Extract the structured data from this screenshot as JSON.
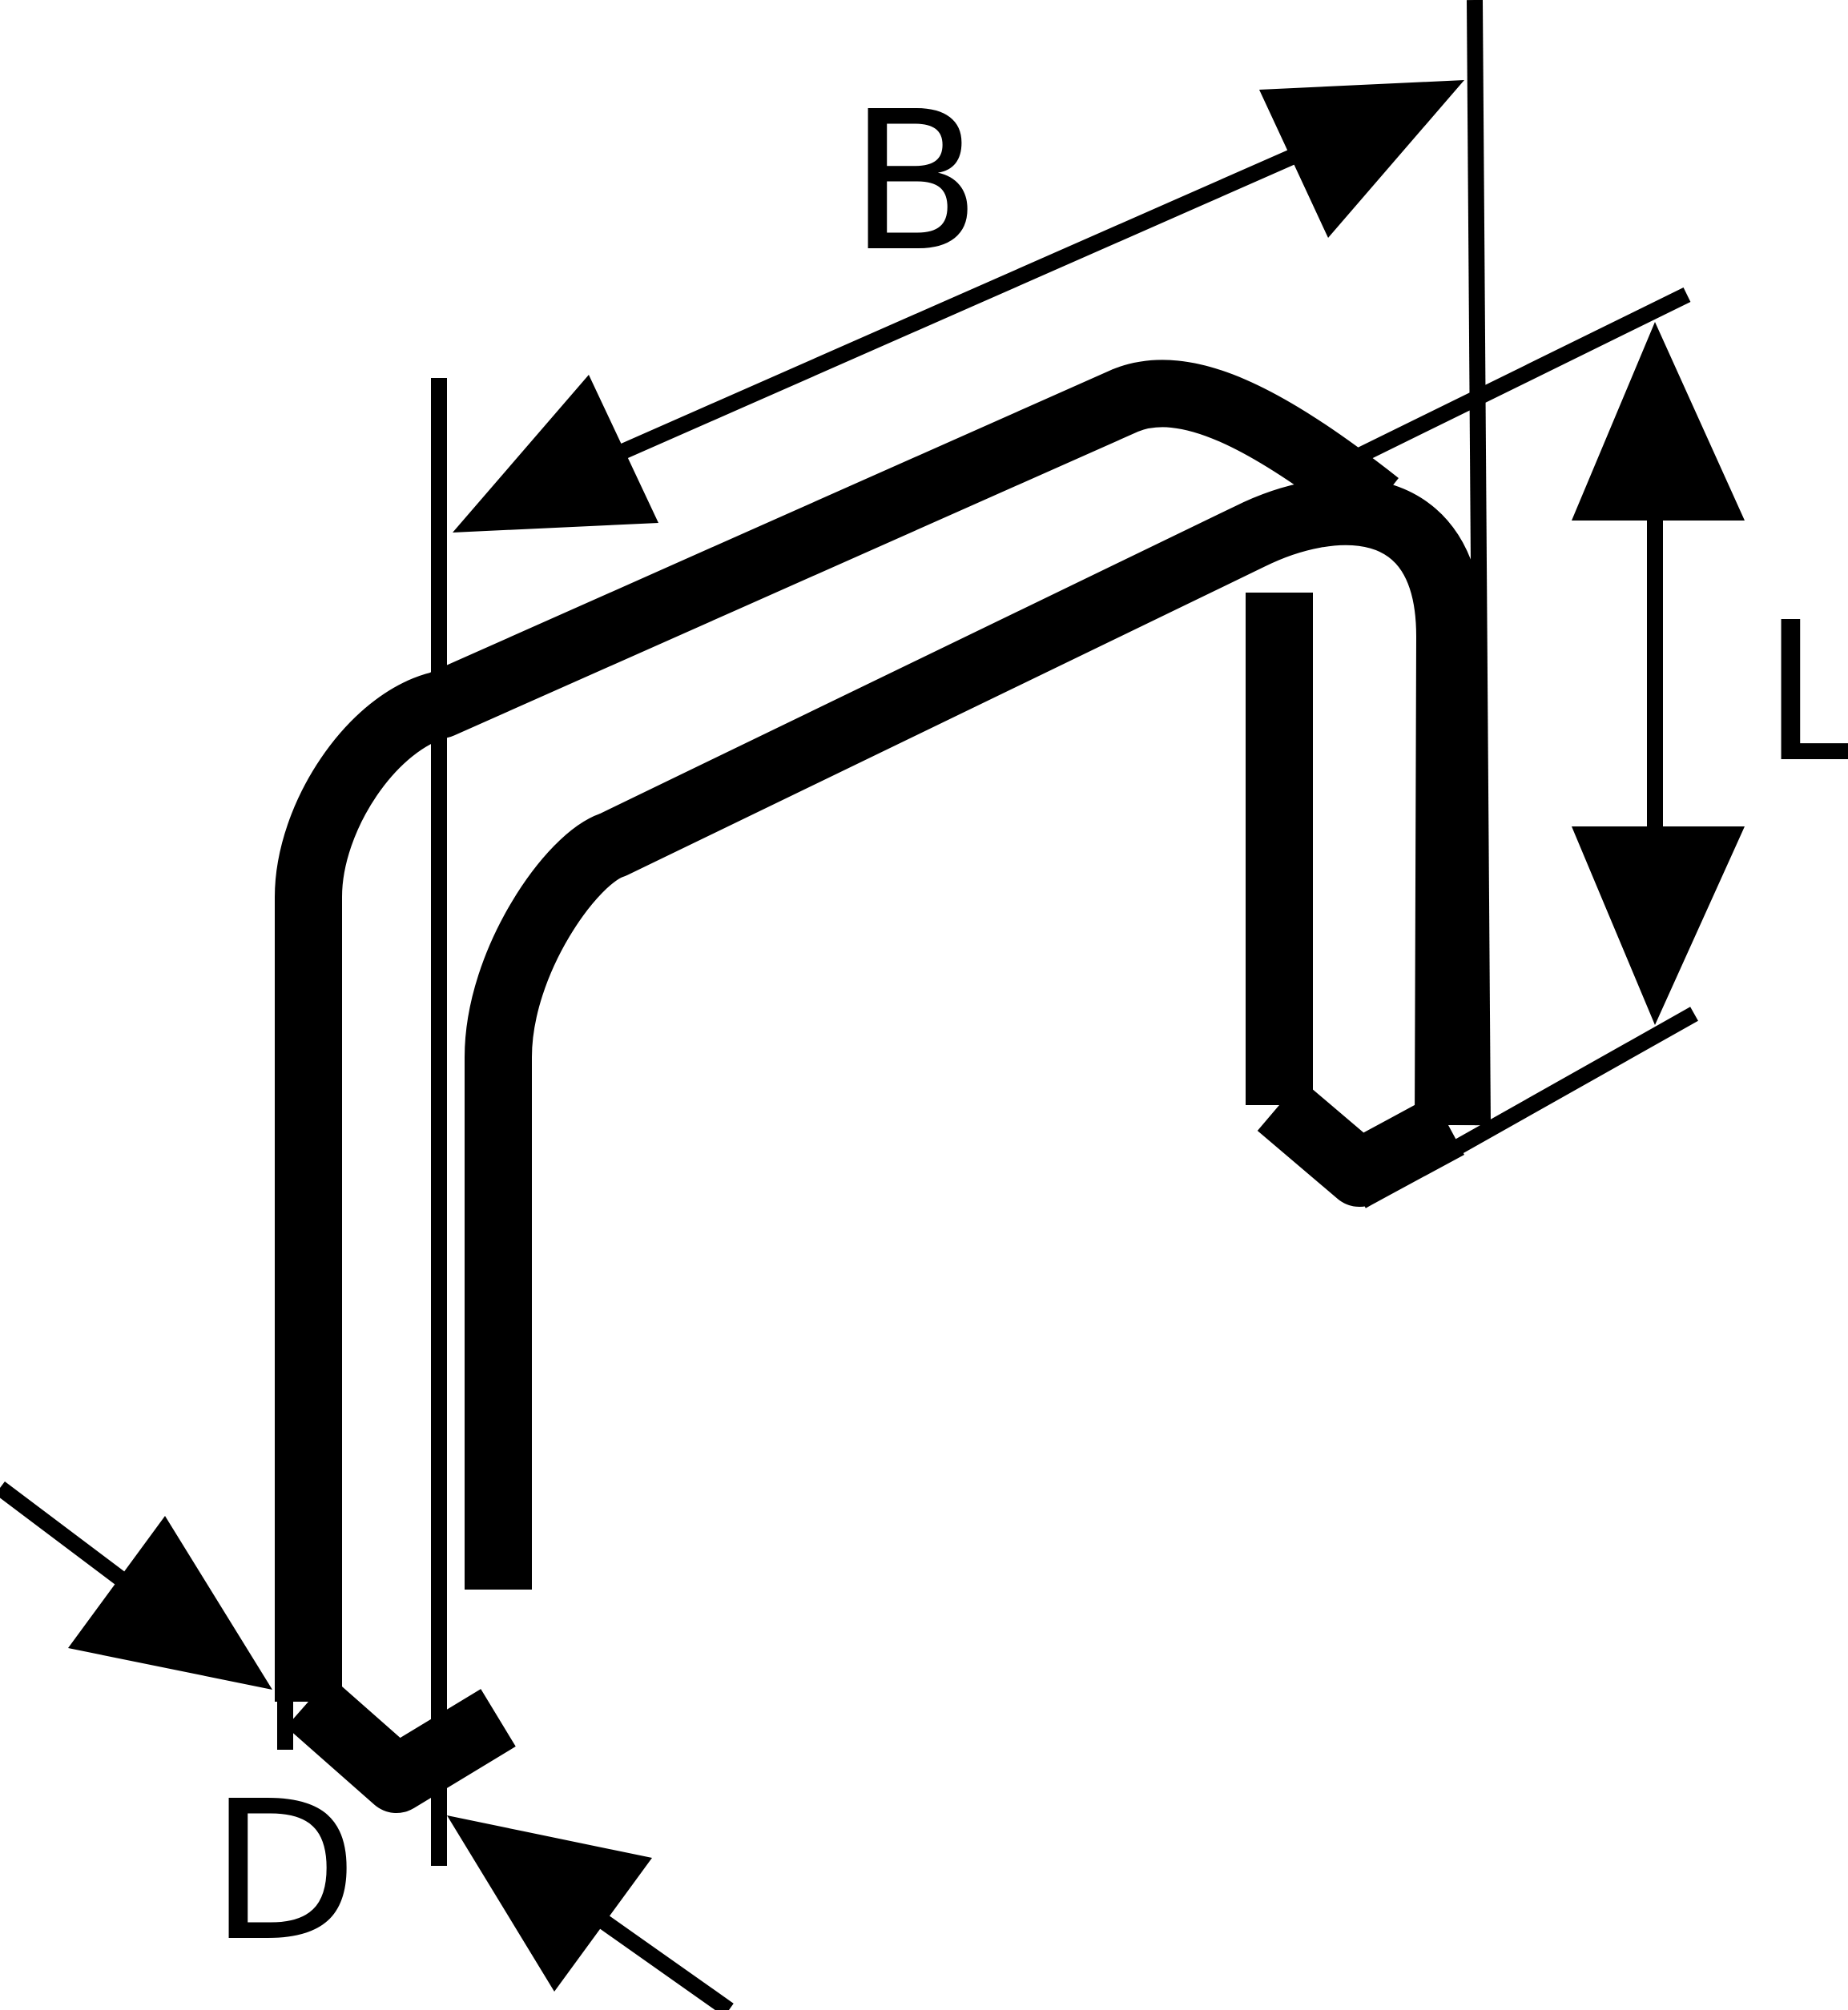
{
  "labels": {
    "width": "B",
    "length": "L",
    "diameter": "D"
  },
  "colors": {
    "ink": "#000000",
    "background": "#ffffff"
  }
}
